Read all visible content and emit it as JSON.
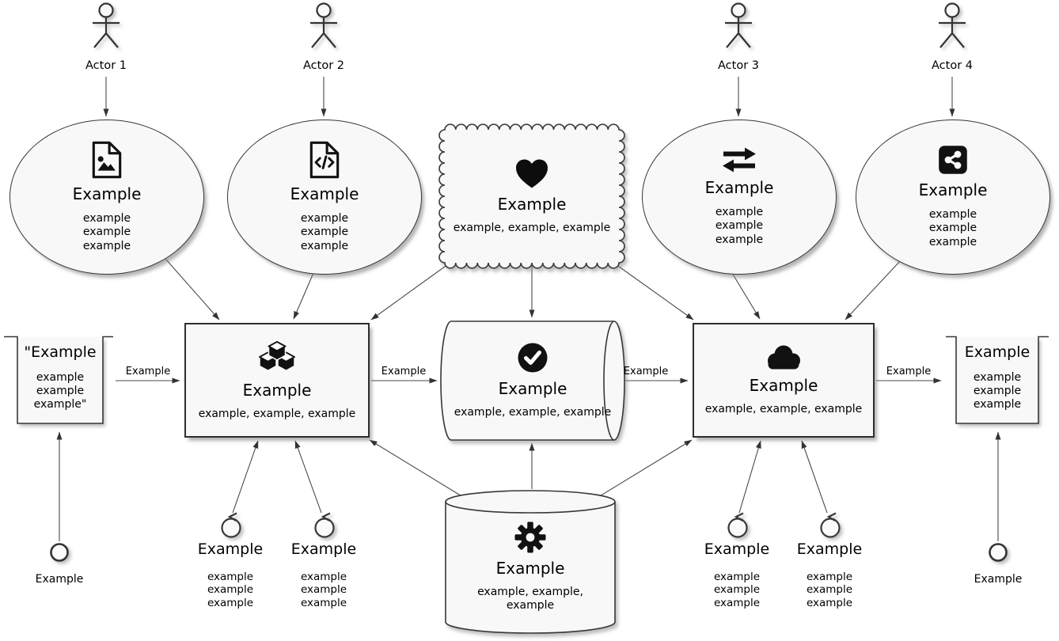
{
  "colors": {
    "shape_fill": "#f8f8f8",
    "shape_stroke": "#383838",
    "line": "#4a4a4a",
    "text": "#000000",
    "icon": "#111111"
  },
  "actors": [
    {
      "label": "Actor 1"
    },
    {
      "label": "Actor 2"
    },
    {
      "label": "Actor 3"
    },
    {
      "label": "Actor 4"
    }
  ],
  "usecases": [
    {
      "icon": "file-image-icon",
      "title": "Example",
      "lines": [
        "example",
        "example",
        "example"
      ]
    },
    {
      "icon": "file-code-icon",
      "title": "Example",
      "lines": [
        "example",
        "example",
        "example"
      ]
    },
    {
      "icon": "exchange-icon",
      "title": "Example",
      "lines": [
        "example",
        "example",
        "example"
      ]
    },
    {
      "icon": "share-icon",
      "title": "Example",
      "lines": [
        "example",
        "example",
        "example"
      ]
    }
  ],
  "cloud": {
    "icon": "heart-icon",
    "title": "Example",
    "subtitle": "example, example, example"
  },
  "rect_left": {
    "icon": "cubes-icon",
    "title": "Example",
    "subtitle": "example, example, example"
  },
  "queue": {
    "icon": "check-circle-icon",
    "title": "Example",
    "subtitle": "example, example, example"
  },
  "rect_right": {
    "icon": "cloud-icon",
    "title": "Example",
    "subtitle": "example, example, example"
  },
  "database": {
    "icon": "gear-icon",
    "title": "Example",
    "subtitle": "example, example, example"
  },
  "file_left": {
    "title": "\"Example",
    "lines": [
      "example",
      "example",
      "example\""
    ]
  },
  "file_right": {
    "title": "Example",
    "lines": [
      "example",
      "example",
      "example"
    ]
  },
  "controls": [
    {
      "icon": "control-icon",
      "title": "Example",
      "lines": [
        "example",
        "example",
        "example"
      ]
    },
    {
      "icon": "control-icon",
      "title": "Example",
      "lines": [
        "example",
        "example",
        "example"
      ]
    },
    {
      "icon": "control-icon",
      "title": "Example",
      "lines": [
        "example",
        "example",
        "example"
      ]
    },
    {
      "icon": "control-icon",
      "title": "Example",
      "lines": [
        "example",
        "example",
        "example"
      ]
    }
  ],
  "terminals": [
    {
      "icon": "circle-icon",
      "label": "Example"
    },
    {
      "icon": "circle-icon",
      "label": "Example"
    }
  ],
  "edge_labels": [
    "Example",
    "Example",
    "Example",
    "Example"
  ]
}
